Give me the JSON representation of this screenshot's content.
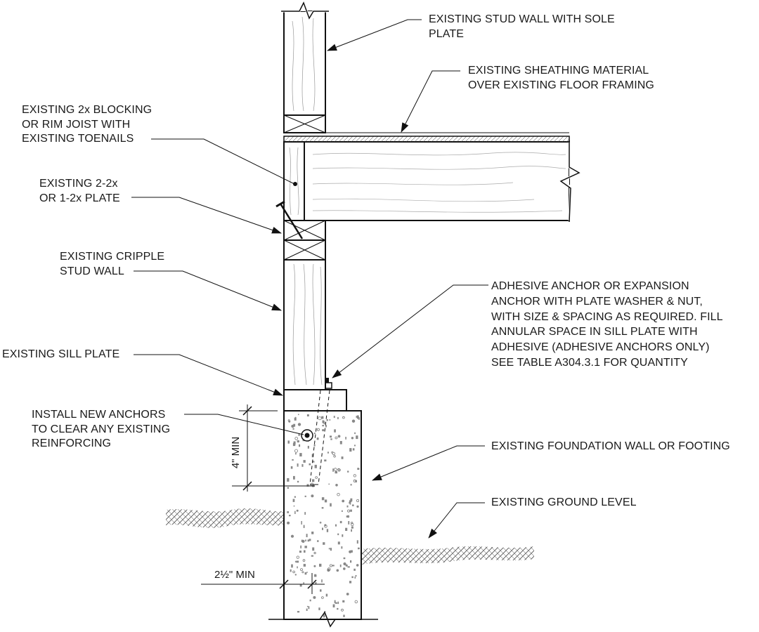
{
  "labels": {
    "stud_wall": "EXISTING STUD WALL WITH SOLE\nPLATE",
    "sheathing": "EXISTING SHEATHING MATERIAL\nOVER EXISTING FLOOR FRAMING",
    "blocking": "EXISTING 2x BLOCKING\nOR RIM JOIST WITH\nEXISTING TOENAILS",
    "plate": "EXISTING 2-2x\nOR 1-2x PLATE",
    "cripple": "EXISTING CRIPPLE\nSTUD WALL",
    "anchor": "ADHESIVE ANCHOR OR EXPANSION\nANCHOR WITH PLATE WASHER & NUT,\nWITH SIZE & SPACING AS REQUIRED. FILL\nANNULAR SPACE IN SILL PLATE WITH\nADHESIVE (ADHESIVE ANCHORS ONLY)\nSEE TABLE A304.3.1 FOR QUANTITY",
    "sill": "EXISTING SILL PLATE",
    "new_anchors": "INSTALL NEW ANCHORS\nTO CLEAR ANY EXISTING\nREINFORCING",
    "foundation": "EXISTING FOUNDATION WALL OR FOOTING",
    "ground": "EXISTING GROUND LEVEL"
  },
  "dimensions": {
    "embed": "4\" MIN",
    "edge": "2½\" MIN"
  }
}
